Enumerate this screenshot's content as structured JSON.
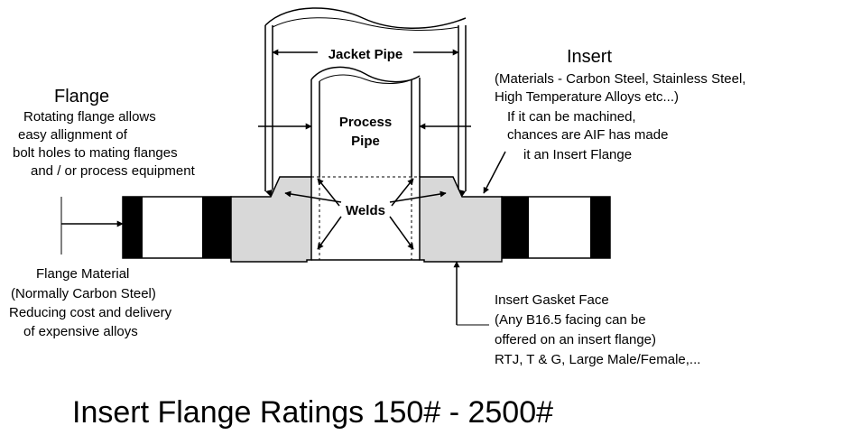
{
  "labels": {
    "flange_title": "Flange",
    "flange_desc": [
      "Rotating flange allows",
      "easy allignment of",
      "bolt holes to mating flanges",
      "and / or process equipment"
    ],
    "jacket_pipe": "Jacket Pipe",
    "process_pipe": [
      "Process",
      "Pipe"
    ],
    "insert_title": "Insert",
    "insert_desc": [
      "(Materials - Carbon Steel, Stainless Steel,",
      "High Temperature Alloys etc...)",
      "If it can be machined,",
      "chances are AIF has made",
      "it an Insert Flange"
    ],
    "welds": "Welds",
    "flange_material": [
      "Flange Material",
      "(Normally Carbon Steel)",
      "Reducing cost and delivery",
      "of expensive alloys"
    ],
    "gasket_face": [
      "Insert Gasket Face",
      "(Any B16.5 facing can be",
      "offered on an insert flange)",
      "RTJ, T & G, Large Male/Female,..."
    ],
    "caption": "Insert Flange Ratings 150# - 2500#"
  },
  "colors": {
    "insert_fill": "#d8d8d8",
    "bolt_fill": "#000000",
    "line": "#000000"
  }
}
